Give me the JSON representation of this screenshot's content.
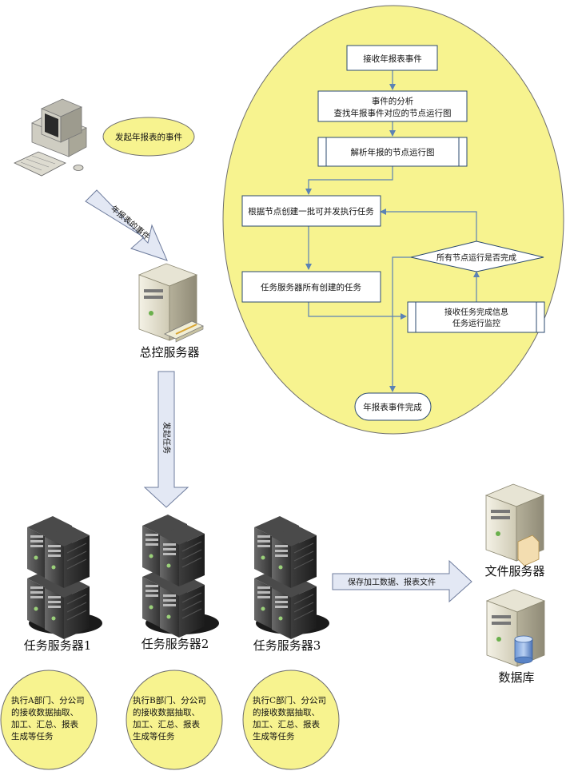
{
  "colors": {
    "ellipse_fill": "#f7f38f",
    "box_border": "#2b4a6f",
    "connector": "#5b82b5",
    "block_arrow_fill": "#e3e8f4",
    "block_arrow_stroke": "#6d7b9c"
  },
  "top_left": {
    "client_icon": "desktop-computer-icon",
    "event_bubble": "发起年报表的事件",
    "arrow_label": "年报表的事件"
  },
  "master_server": {
    "icon": "server-with-card-icon",
    "label": "总控服务器",
    "arrow_label": "发起任务"
  },
  "flowchart": {
    "receive": "接收年报表事件",
    "analyze_line1": "事件的分析",
    "analyze_line2": "查找年报事件对应的节点运行图",
    "parse": "解析年报的节点运行图",
    "create": "根据节点创建一批可并发执行任务",
    "tasks": "任务服务器所有创建的任务",
    "decision": "所有节点运行是否完成",
    "monitor_line1": "接收任务完成信息",
    "monitor_line2": "任务运行监控",
    "done": "年报表事件完成"
  },
  "task_servers": [
    {
      "label": "任务服务器1",
      "desc": "执行A部门、分公司\n的接收数据抽取、\n加工、汇总、报表\n生成等任务"
    },
    {
      "label": "任务服务器2",
      "desc": "执行B部门、分公司\n的接收数据抽取、\n加工、汇总、报表\n生成等任务"
    },
    {
      "label": "任务服务器3",
      "desc": "执行C部门、分公司\n的接收数据抽取、\n加工、汇总、报表\n生成等任务"
    }
  ],
  "save_arrow_label": "保存加工数据、报表文件",
  "file_server": {
    "icon": "file-server-icon",
    "label": "文件服务器"
  },
  "database": {
    "icon": "database-server-icon",
    "label": "数据库"
  }
}
